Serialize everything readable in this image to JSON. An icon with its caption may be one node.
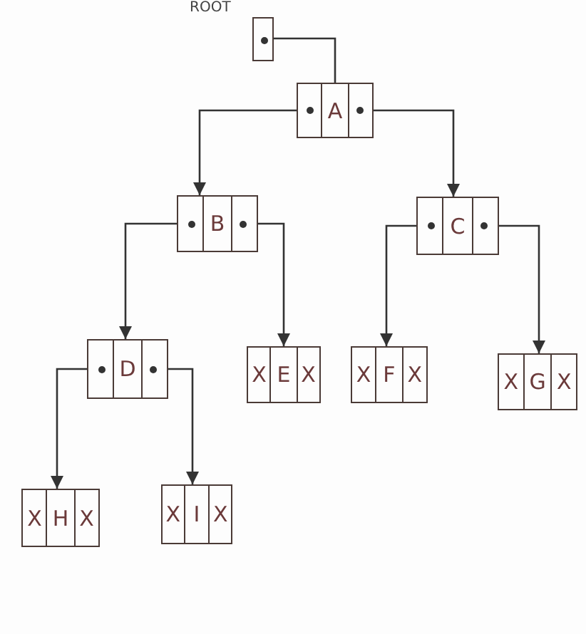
{
  "diagram": {
    "nodes": [
      {
        "text": [],
        "shape": "box",
        "beside": [
          "ROOT"
        ]
      },
      {
        "text": [
          "A"
        ]
      },
      {
        "text": [
          "B"
        ]
      },
      {
        "text": [
          "C"
        ]
      },
      {
        "text": [
          "D"
        ]
      },
      {
        "text": [
          "X",
          "E",
          "X"
        ]
      },
      {
        "text": [
          "X",
          "F",
          "X"
        ]
      },
      {
        "text": [
          "X",
          "G",
          "X"
        ]
      },
      {
        "text": [
          "X",
          "H",
          "X"
        ]
      },
      {
        "text": [
          "X",
          "I",
          "X"
        ]
      }
    ],
    "edges": [
      {
        "from": 0,
        "to": 1,
        "arrow": "none"
      },
      {
        "from": 1,
        "to": 2,
        "arrow": "to"
      },
      {
        "from": 1,
        "to": 3,
        "arrow": "to"
      },
      {
        "from": 2,
        "to": 4,
        "arrow": "to"
      },
      {
        "from": 2,
        "to": 5,
        "arrow": "to"
      },
      {
        "from": 3,
        "to": 6,
        "arrow": "to"
      },
      {
        "from": 3,
        "to": 7,
        "arrow": "to"
      },
      {
        "from": 4,
        "to": 8,
        "arrow": "to"
      },
      {
        "from": 4,
        "to": 9,
        "arrow": "to"
      }
    ]
  }
}
